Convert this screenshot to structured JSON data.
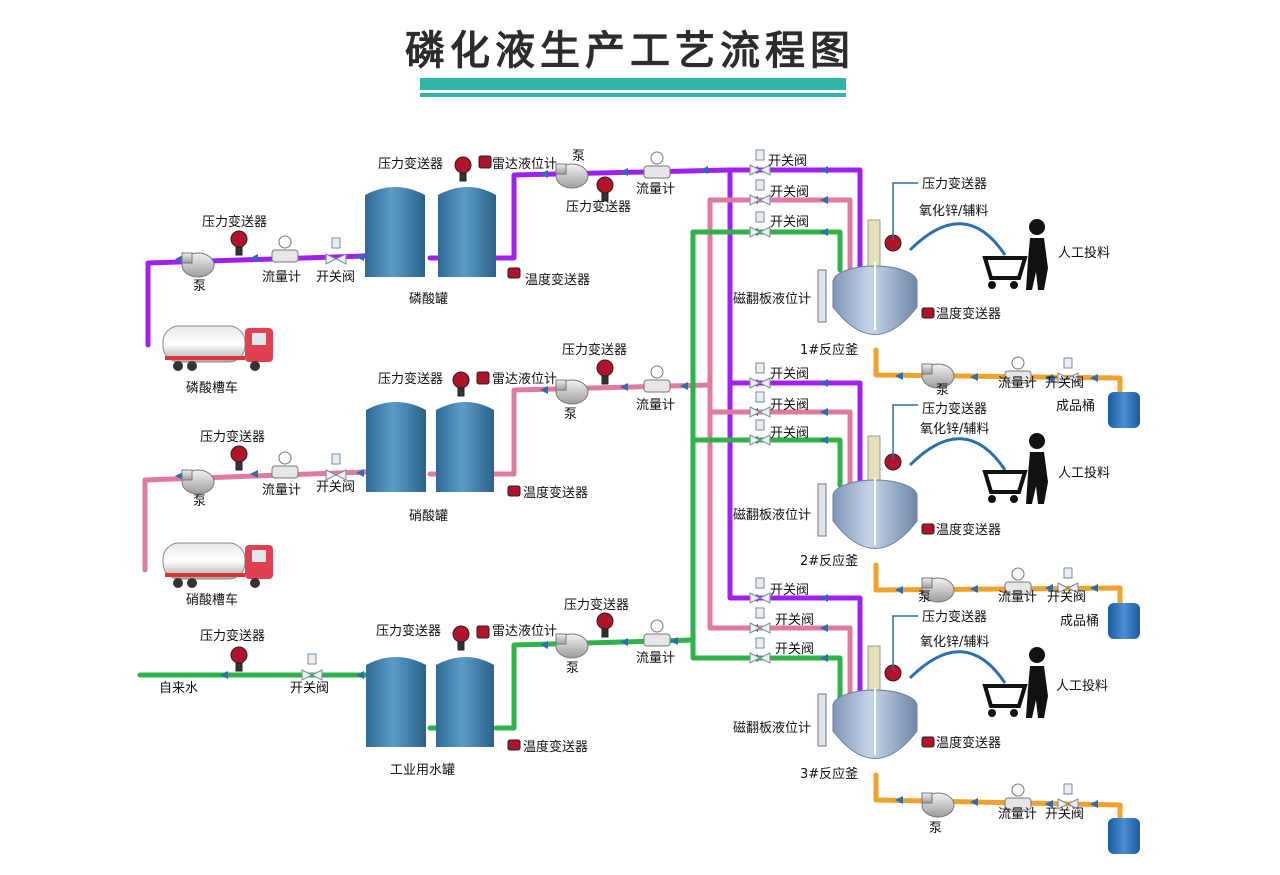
{
  "title": "磷化液生产工艺流程图",
  "labels": {
    "pressure": "压力变送器",
    "flow": "流量计",
    "valve": "开关阀",
    "pump": "泵",
    "temp": "温度变送器",
    "radar": "雷达液位计",
    "mag_level": "磁翻板液位计",
    "additive": "氧化锌/辅料",
    "manual": "人工投料",
    "product": "成品桶",
    "tap_water": "自来水"
  },
  "tanks": [
    "磷酸罐",
    "硝酸罐",
    "工业用水罐"
  ],
  "trucks": [
    "磷酸槽车",
    "硝酸槽车"
  ],
  "reactors": [
    "1#反应釜",
    "2#反应釜",
    "3#反应釜"
  ],
  "colors": {
    "title_bar": "#2fb5a6",
    "phosphoric_line": "#a020f0",
    "nitric_line": "#e07aa2",
    "water_line": "#2db34a",
    "product_line": "#f0a22c",
    "tank_fill": "#3f7fa9",
    "reactor_fill": "#9eb4cf",
    "arrow_blue": "#2a6fb0"
  }
}
